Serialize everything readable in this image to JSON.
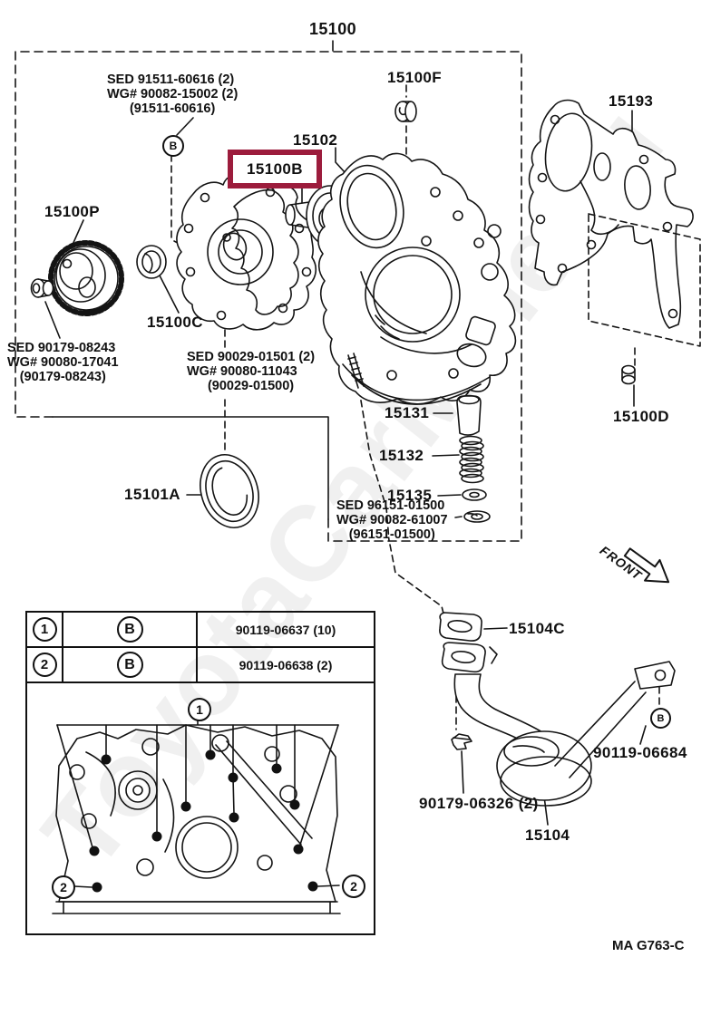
{
  "colors": {
    "highlight": "#9c1c3c",
    "line": "#141414"
  },
  "watermark": "ToyotaCarMine.ru",
  "footer_code": "MA G763-C",
  "front_label": "FRONT",
  "assembly_label": "15100",
  "part_labels": {
    "f15100F": "15100F",
    "f15102": "15102",
    "f15100B": "15100B",
    "f15100P": "15100P",
    "f15100C": "15100C",
    "f15101A": "15101A",
    "f15131": "15131",
    "f15132": "15132",
    "f15135": "15135",
    "f15193": "15193",
    "f15100D": "15100D",
    "f15104C": "15104C",
    "f15104": "15104",
    "b90119_06684": "90119-06684",
    "b90179_06326": "90179-06326 (2)"
  },
  "notes": {
    "n1": {
      "l1": "SED  91511-60616 (2)",
      "l2": "WG# 90082-15002 (2)",
      "l3": "(91511-60616)"
    },
    "n2": {
      "l1": "SED 90179-08243",
      "l2": "WG# 90080-17041",
      "l3": "(90179-08243)"
    },
    "n3": {
      "l1": "SED 90029-01501 (2)",
      "l2": "WG# 90080-11043",
      "l3": "(90029-01500)"
    },
    "n4": {
      "l1": "SED 96151-01500",
      "l2": "WG# 90082-61007",
      "l3": "(96151-01500)"
    }
  },
  "callouts": {
    "one": "1",
    "two": "2",
    "b": "B"
  },
  "table": {
    "rows": [
      {
        "num": "1",
        "code": "B",
        "part": "90119-06637 (10)"
      },
      {
        "num": "2",
        "code": "B",
        "part": "90119-06638 (2)"
      }
    ]
  }
}
